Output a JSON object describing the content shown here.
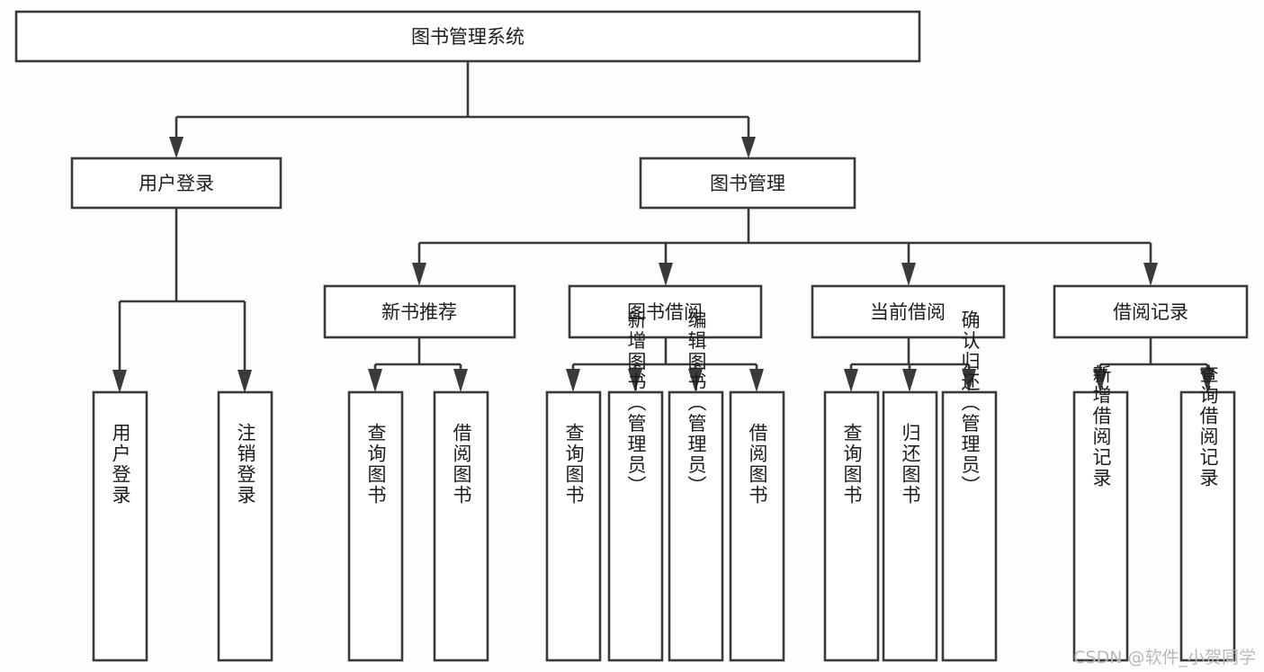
{
  "diagram": {
    "title": "图书管理系统",
    "type": "hierarchy-tree",
    "background_color": "#fdfdfd",
    "line_color": "#3a3a3a",
    "box_fill": "#ffffff",
    "text_color": "#1d1d1d",
    "watermark": "CSDN @软件_小贺同学",
    "watermark_color": "#b9b9b9",
    "root": {
      "id": "root",
      "label": "图书管理系统",
      "orientation": "horizontal"
    },
    "level2": [
      {
        "id": "user-login",
        "label": "用户登录",
        "orientation": "horizontal"
      },
      {
        "id": "book-manage",
        "label": "图书管理",
        "orientation": "horizontal"
      }
    ],
    "level3": [
      {
        "id": "new-book-recommend",
        "label": "新书推荐",
        "orientation": "horizontal",
        "parent": "book-manage"
      },
      {
        "id": "book-borrow",
        "label": "图书借阅",
        "orientation": "horizontal",
        "parent": "book-manage"
      },
      {
        "id": "current-borrow",
        "label": "当前借阅",
        "orientation": "horizontal",
        "parent": "book-manage"
      },
      {
        "id": "borrow-record",
        "label": "借阅记录",
        "orientation": "horizontal",
        "parent": "book-manage"
      }
    ],
    "leaves": [
      {
        "id": "leaf-user-login",
        "label": "用户登录",
        "orientation": "vertical",
        "parent": "user-login"
      },
      {
        "id": "leaf-logout-login",
        "label": "注销登录",
        "orientation": "vertical",
        "parent": "user-login"
      },
      {
        "id": "leaf-query-book-1",
        "label": "查询图书",
        "orientation": "vertical",
        "parent": "new-book-recommend"
      },
      {
        "id": "leaf-borrow-book-1",
        "label": "借阅图书",
        "orientation": "vertical",
        "parent": "new-book-recommend"
      },
      {
        "id": "leaf-query-book-2",
        "label": "查询图书",
        "orientation": "vertical",
        "parent": "book-borrow"
      },
      {
        "id": "leaf-add-book",
        "label": "新增图书（管理员）",
        "orientation": "vertical",
        "parent": "book-borrow"
      },
      {
        "id": "leaf-edit-book",
        "label": "编辑图书（管理员）",
        "orientation": "vertical",
        "parent": "book-borrow"
      },
      {
        "id": "leaf-borrow-book-2",
        "label": "借阅图书",
        "orientation": "vertical",
        "parent": "book-borrow"
      },
      {
        "id": "leaf-query-book-3",
        "label": "查询图书",
        "orientation": "vertical",
        "parent": "current-borrow"
      },
      {
        "id": "leaf-return-book",
        "label": "归还图书",
        "orientation": "vertical",
        "parent": "current-borrow"
      },
      {
        "id": "leaf-confirm-return",
        "label": "确认归还（管理员）",
        "orientation": "vertical",
        "parent": "current-borrow"
      },
      {
        "id": "leaf-add-record",
        "label": "新增借阅记录",
        "orientation": "vertical",
        "parent": "borrow-record"
      },
      {
        "id": "leaf-query-record",
        "label": "查询借阅记录",
        "orientation": "vertical",
        "parent": "borrow-record"
      }
    ]
  }
}
